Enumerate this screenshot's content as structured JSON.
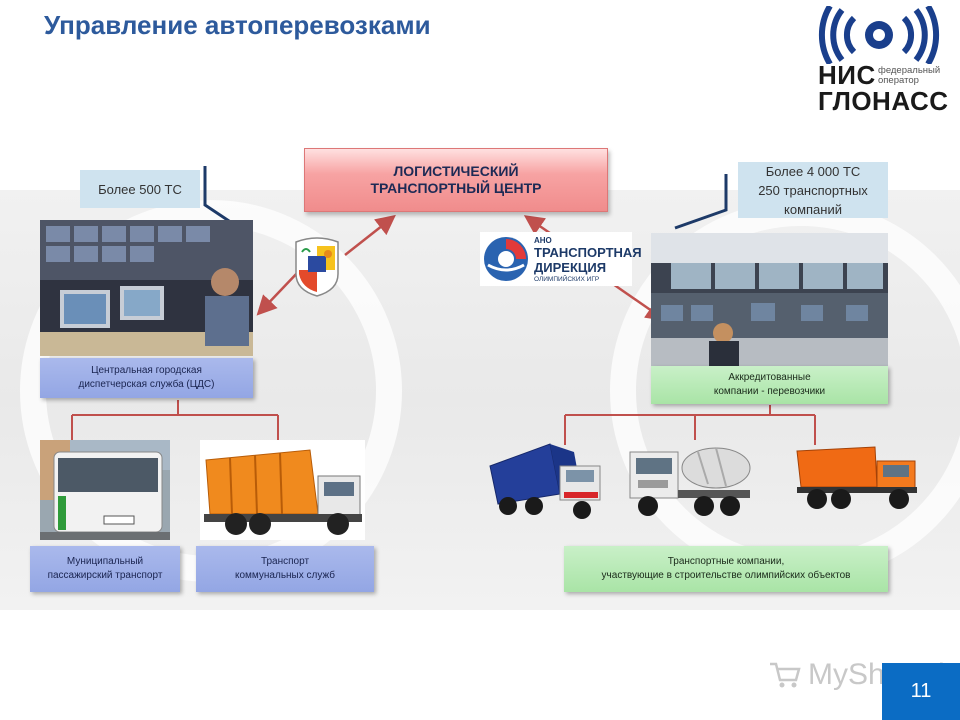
{
  "header": {
    "title": "Управление автоперевозками"
  },
  "logo": {
    "main_line1": "НИС",
    "main_line2": "ГЛОНАСС",
    "sub_line1": "федеральный",
    "sub_line2": "оператор",
    "color": "#1a3f8c"
  },
  "center_box": {
    "line1": "ЛОГИСТИЧЕСКИЙ",
    "line2": "ТРАНСПОРТНЫЙ ЦЕНТР",
    "color": "#f08c8c"
  },
  "left_stat": {
    "text": "Более 500 ТС"
  },
  "right_stat": {
    "line1": "Более 4 000 ТС",
    "line2": "250 транспортных",
    "line3": "компаний"
  },
  "direction_logo": {
    "line1": "АНО",
    "line2": "ТРАНСПОРТНАЯ",
    "line3": "ДИРЕКЦИЯ",
    "line4": "ОЛИМПИЙСКИХ ИГР"
  },
  "labels": {
    "cds_line1": "Центральная городская",
    "cds_line2": "диспетчерская служба (ЦДС)",
    "carriers_line1": "Аккредитованные",
    "carriers_line2": "компании - перевозчики",
    "municipal_line1": "Муниципальный",
    "municipal_line2": "пассажирский транспорт",
    "utility_line1": "Транспорт",
    "utility_line2": "коммунальных служб",
    "olympic_line1": "Транспортные компании,",
    "olympic_line2": "участвующие в строительстве олимпийских объектов"
  },
  "watermark": {
    "text": "MyShared"
  },
  "footer": {
    "page_number": "11",
    "color": "#0b6cc4"
  }
}
